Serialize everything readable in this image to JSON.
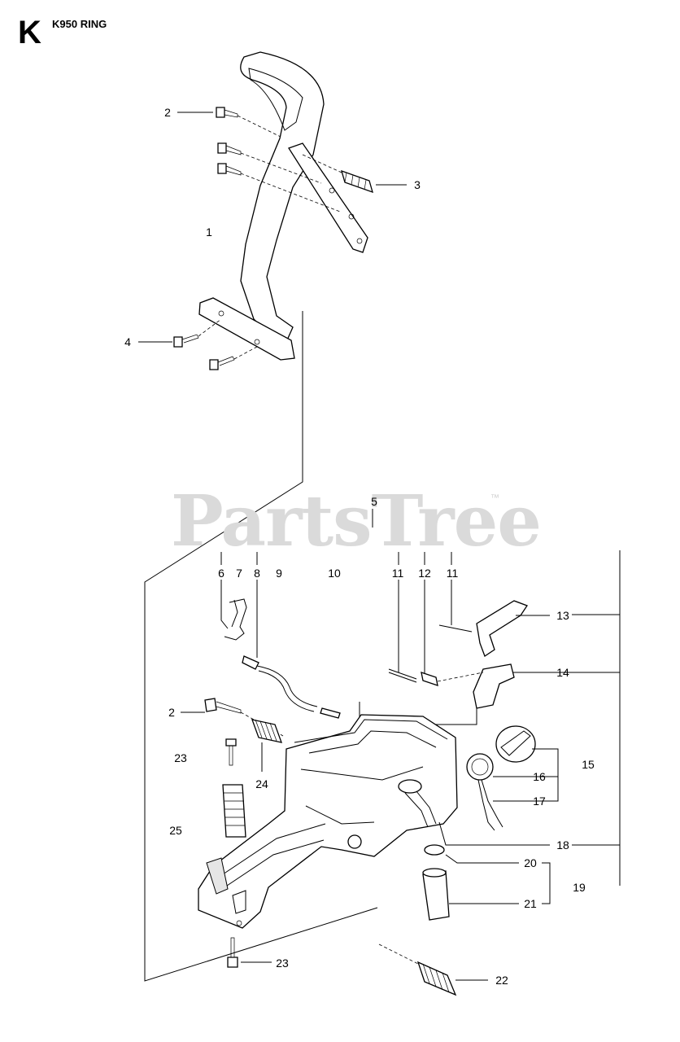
{
  "header": {
    "letter": "K",
    "title": "K950 RING"
  },
  "watermark": {
    "text": "PartsTree",
    "tm": "™"
  },
  "callouts": {
    "c1": "1",
    "c2a": "2",
    "c3": "3",
    "c4": "4",
    "c5": "5",
    "c6": "6",
    "c7": "7",
    "c8": "8",
    "c9": "9",
    "c10": "10",
    "c11a": "11",
    "c12": "12",
    "c11b": "11",
    "c13": "13",
    "c14": "14",
    "c2b": "2",
    "c23a": "23",
    "c24": "24",
    "c15": "15",
    "c16": "16",
    "c17": "17",
    "c25": "25",
    "c18": "18",
    "c20": "20",
    "c19": "19",
    "c21": "21",
    "c23b": "23",
    "c22": "22"
  }
}
